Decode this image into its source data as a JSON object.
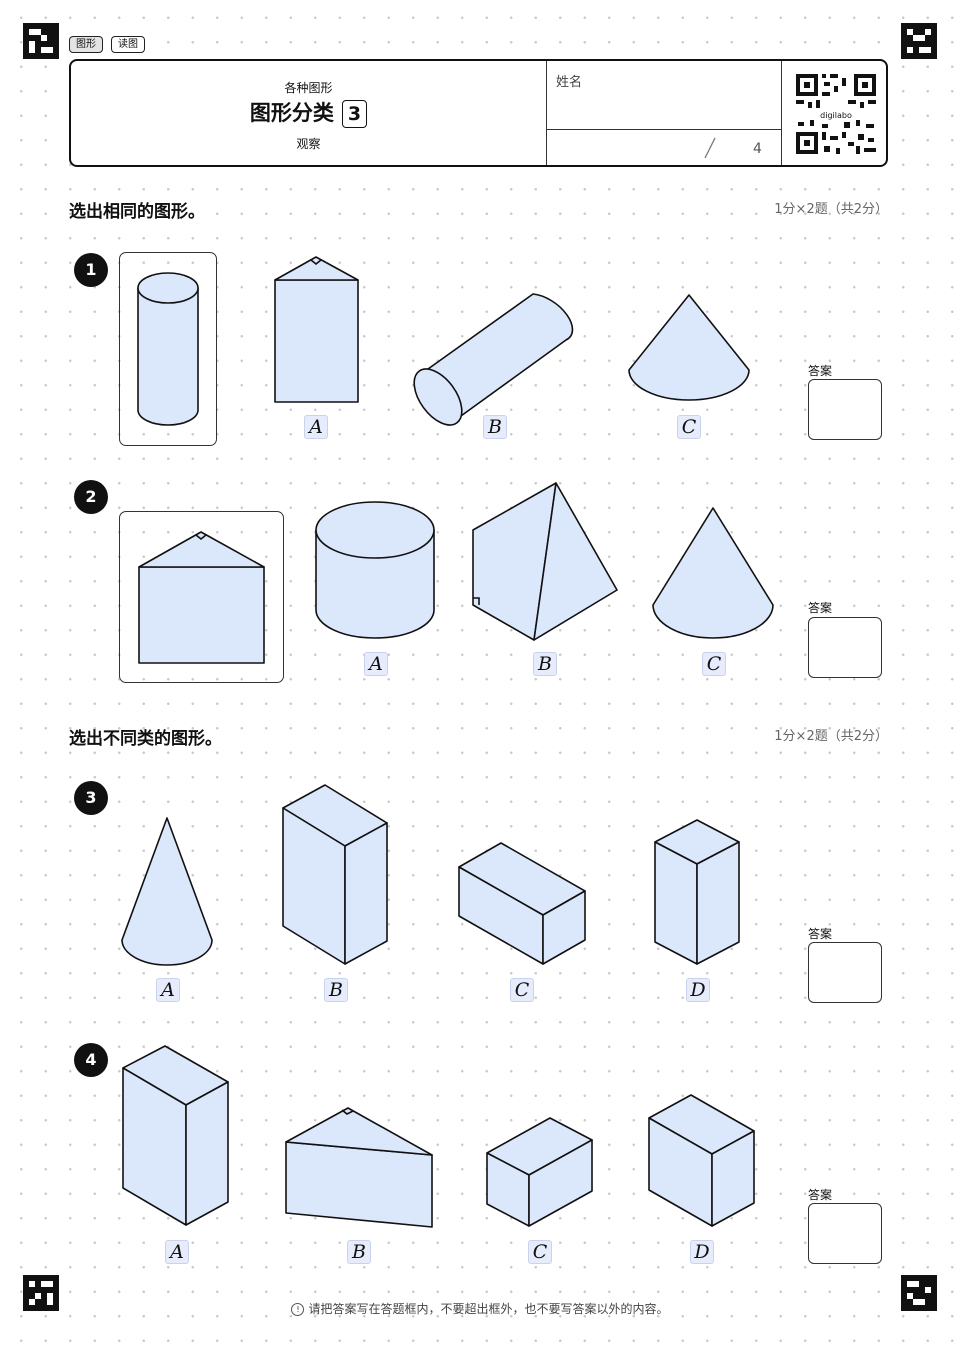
{
  "tags": [
    "图形",
    "读图"
  ],
  "header": {
    "category": "各种图形",
    "title": "图形分类",
    "number": "3",
    "subtitle": "观察",
    "name_label": "姓名",
    "score_total": "4",
    "qr_text": "digilabo"
  },
  "sections": [
    {
      "title": "选出相同的图形。",
      "points": "1分×2题（共2分）"
    },
    {
      "title": "选出不同类的图形。",
      "points": "1分×2题（共2分）"
    }
  ],
  "questions": [
    {
      "number": "1",
      "options": [
        "A",
        "B",
        "C"
      ]
    },
    {
      "number": "2",
      "options": [
        "A",
        "B",
        "C"
      ]
    },
    {
      "number": "3",
      "options": [
        "A",
        "B",
        "C",
        "D"
      ]
    },
    {
      "number": "4",
      "options": [
        "A",
        "B",
        "C",
        "D"
      ]
    }
  ],
  "answer_label": "答案",
  "footer": "请把答案写在答题框内，不要超出框外，也不要写答案以外的内容。",
  "colors": {
    "shape_fill": "#dbe7fb",
    "ink": "#111111",
    "option_bg": "#e6ecfb"
  }
}
